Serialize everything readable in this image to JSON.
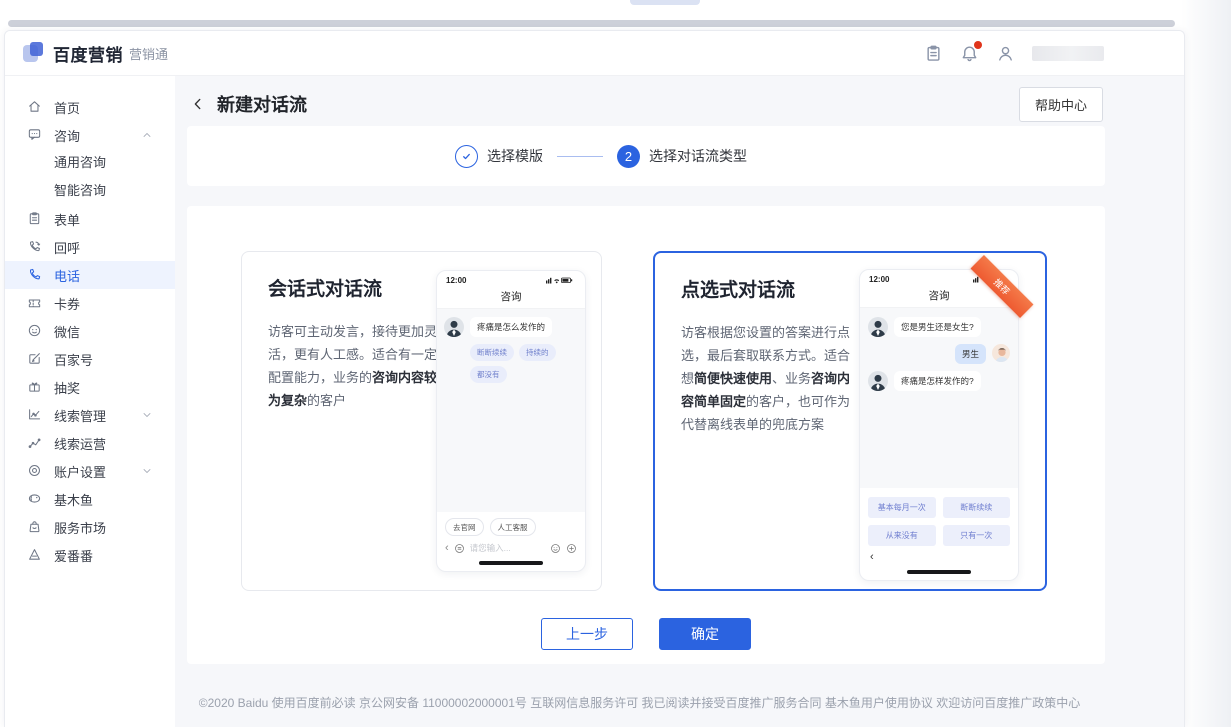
{
  "colors": {
    "primary": "#2B63E0",
    "sidebar_active_bg": "#EEF3FE",
    "content_bg": "#F6F7FA",
    "pill_bg": "#E9EDFB",
    "pill_text": "#7080CC",
    "user_bubble_bg": "#D5E4FB",
    "ribbon": "#EE5A31",
    "notification_dot": "#E0341B"
  },
  "header": {
    "logo_bold": "百度营销",
    "logo_light": "营销通",
    "icons": [
      {
        "name": "clipboard-icon",
        "badge": false
      },
      {
        "name": "bell-icon",
        "badge": true
      },
      {
        "name": "user-icon",
        "badge": false
      }
    ],
    "user_name_redacted": true
  },
  "sidebar": {
    "items": [
      {
        "key": "home",
        "label": "首页",
        "icon": "home-icon"
      },
      {
        "key": "consult",
        "label": "咨询",
        "icon": "chat-icon",
        "chevron": "up",
        "children": [
          {
            "key": "general-consult",
            "label": "通用咨询"
          },
          {
            "key": "smart-consult",
            "label": "智能咨询"
          }
        ]
      },
      {
        "key": "form",
        "label": "表单",
        "icon": "form-icon"
      },
      {
        "key": "callback",
        "label": "回呼",
        "icon": "callback-icon"
      },
      {
        "key": "phone",
        "label": "电话",
        "icon": "phone-icon",
        "active": true
      },
      {
        "key": "coupon",
        "label": "卡券",
        "icon": "ticket-icon"
      },
      {
        "key": "wechat",
        "label": "微信",
        "icon": "wechat-icon"
      },
      {
        "key": "baijiahao",
        "label": "百家号",
        "icon": "baijiahao-icon"
      },
      {
        "key": "lottery",
        "label": "抽奖",
        "icon": "gift-icon"
      },
      {
        "key": "leads-management",
        "label": "线索管理",
        "icon": "leads-manage-icon",
        "chevron": "down"
      },
      {
        "key": "leads-operation",
        "label": "线索运营",
        "icon": "leads-ops-icon"
      },
      {
        "key": "account-settings",
        "label": "账户设置",
        "icon": "settings-icon",
        "chevron": "down"
      },
      {
        "key": "jimuyu",
        "label": "基木鱼",
        "icon": "fish-icon"
      },
      {
        "key": "service-market",
        "label": "服务市场",
        "icon": "market-icon"
      },
      {
        "key": "aifanfan",
        "label": "爱番番",
        "icon": "aifanfan-icon"
      }
    ]
  },
  "page": {
    "title": "新建对话流",
    "help_button": "帮助中心"
  },
  "stepper": {
    "steps": [
      {
        "label": "选择模版",
        "state": "done"
      },
      {
        "label": "选择对话流类型",
        "state": "current",
        "number": "2"
      }
    ]
  },
  "cards": [
    {
      "title": "会话式对话流",
      "selected": false,
      "desc_parts": [
        {
          "t": "访客可主动发言，接待更加灵活，更有人工感。适合有一定配置能力，业务的",
          "b": false
        },
        {
          "t": "咨询内容较为复杂",
          "b": true
        },
        {
          "t": "的客户",
          "b": false
        }
      ]
    },
    {
      "title": "点选式对话流",
      "selected": true,
      "desc_parts": [
        {
          "t": "访客根据您设置的答案进行点选，最后套取联系方式。适合想",
          "b": false
        },
        {
          "t": "简便快速使用",
          "b": true
        },
        {
          "t": "、业务",
          "b": false
        },
        {
          "t": "咨询内容简单固定",
          "b": true
        },
        {
          "t": "的客户，也可作为代替离线表单的兜底方案",
          "b": false
        }
      ]
    }
  ],
  "phone_left": {
    "time": "12:00",
    "title": "咨询",
    "bot_message": "疼痛是怎么发作的",
    "quick_replies": [
      "断断续续",
      "持续的",
      "都没有"
    ],
    "chips": [
      "去官网",
      "人工客服"
    ],
    "input_placeholder": "请您输入..."
  },
  "phone_right": {
    "time": "12:00",
    "title": "咨询",
    "ribbon": "推荐",
    "messages": [
      {
        "side": "left",
        "text": "您是男生还是女生?"
      },
      {
        "side": "right",
        "text": "男生"
      },
      {
        "side": "left",
        "text": "疼痛是怎样发作的?"
      }
    ],
    "options": [
      "基本每月一次",
      "断断续续",
      "从来没有",
      "只有一次"
    ]
  },
  "actions": {
    "prev": "上一步",
    "confirm": "确定"
  },
  "footer": {
    "text": "©2020 Baidu 使用百度前必读 京公网安备 11000002000001号 互联网信息服务许可 我已阅读并接受百度推广服务合同 基木鱼用户使用协议 欢迎访问百度推广政策中心"
  }
}
